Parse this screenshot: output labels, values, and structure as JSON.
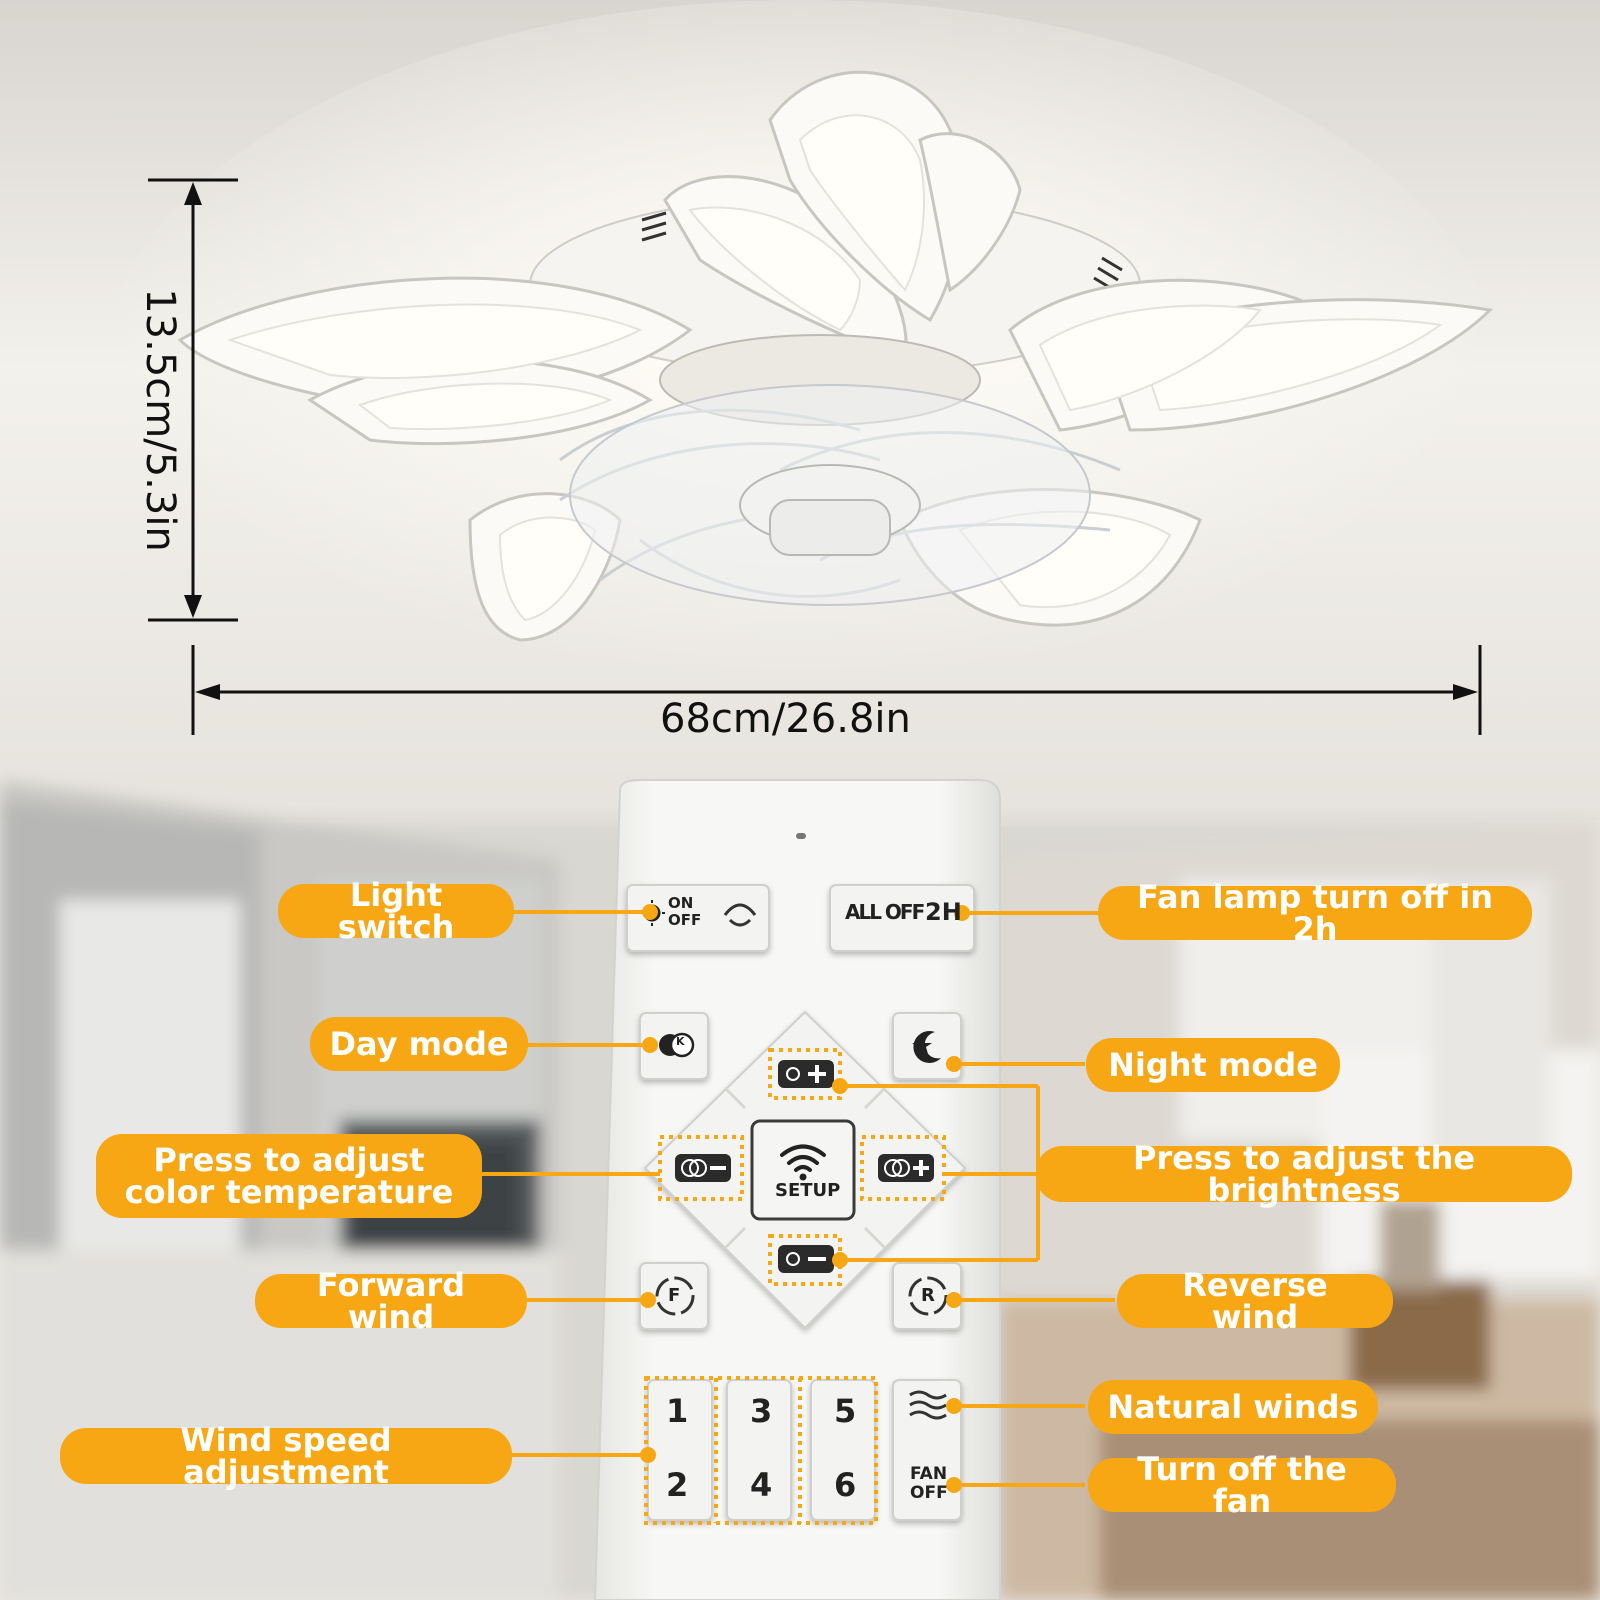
{
  "dimensions": {
    "width_label": "68cm/26.8in",
    "height_label": "13.5cm/5.3in"
  },
  "callouts": {
    "light_switch": "Light switch",
    "fan_lamp_off_2h": "Fan lamp turn off in 2h",
    "day_mode": "Day mode",
    "night_mode": "Night mode",
    "color_temperature_line1": "Press to adjust",
    "color_temperature_line2": "color temperature",
    "brightness": "Press to adjust the brightness",
    "forward_wind": "Forward wind",
    "reverse_wind": "Reverse wind",
    "natural_winds": "Natural winds",
    "wind_speed": "Wind speed adjustment",
    "turn_off_fan": "Turn off the fan"
  },
  "remote": {
    "on_label": "ON",
    "off_label": "OFF",
    "all_off": "ALL OFF",
    "two_hour": "2H",
    "setup": "SETUP",
    "forward": "F",
    "reverse": "R",
    "day_icon_letter": "K",
    "speeds": [
      "1",
      "3",
      "5",
      "2",
      "4",
      "6"
    ],
    "fan_off_line1": "FAN",
    "fan_off_line2": "OFF"
  },
  "colors": {
    "callout": "#f7a714",
    "remote_body": "#f4f4f2"
  }
}
